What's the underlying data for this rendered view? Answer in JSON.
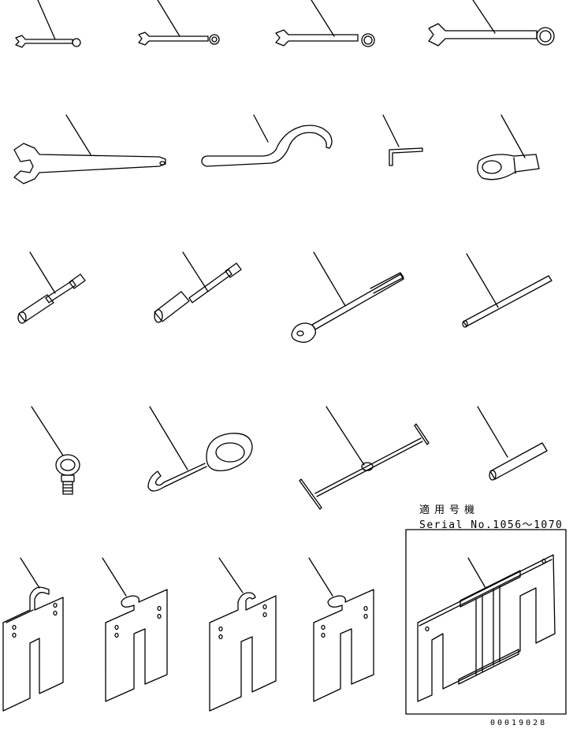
{
  "note": {
    "applicable_label": "適用号機",
    "serial_label": "Serial No.1056～1070"
  },
  "drawing_number": "00019028",
  "parts": [
    {
      "id": "wrench-1"
    },
    {
      "id": "wrench-2"
    },
    {
      "id": "wrench-3"
    },
    {
      "id": "wrench-4"
    },
    {
      "id": "spanner"
    },
    {
      "id": "hook-spanner"
    },
    {
      "id": "hex-key"
    },
    {
      "id": "ring-wrench"
    },
    {
      "id": "socket-wrench-1"
    },
    {
      "id": "socket-wrench-2"
    },
    {
      "id": "ratchet-handle"
    },
    {
      "id": "bar"
    },
    {
      "id": "eye-bolt"
    },
    {
      "id": "hook"
    },
    {
      "id": "t-handle"
    },
    {
      "id": "pin"
    },
    {
      "id": "shim-1"
    },
    {
      "id": "shim-2"
    },
    {
      "id": "shim-3"
    },
    {
      "id": "shim-4"
    },
    {
      "id": "shim-5"
    }
  ]
}
